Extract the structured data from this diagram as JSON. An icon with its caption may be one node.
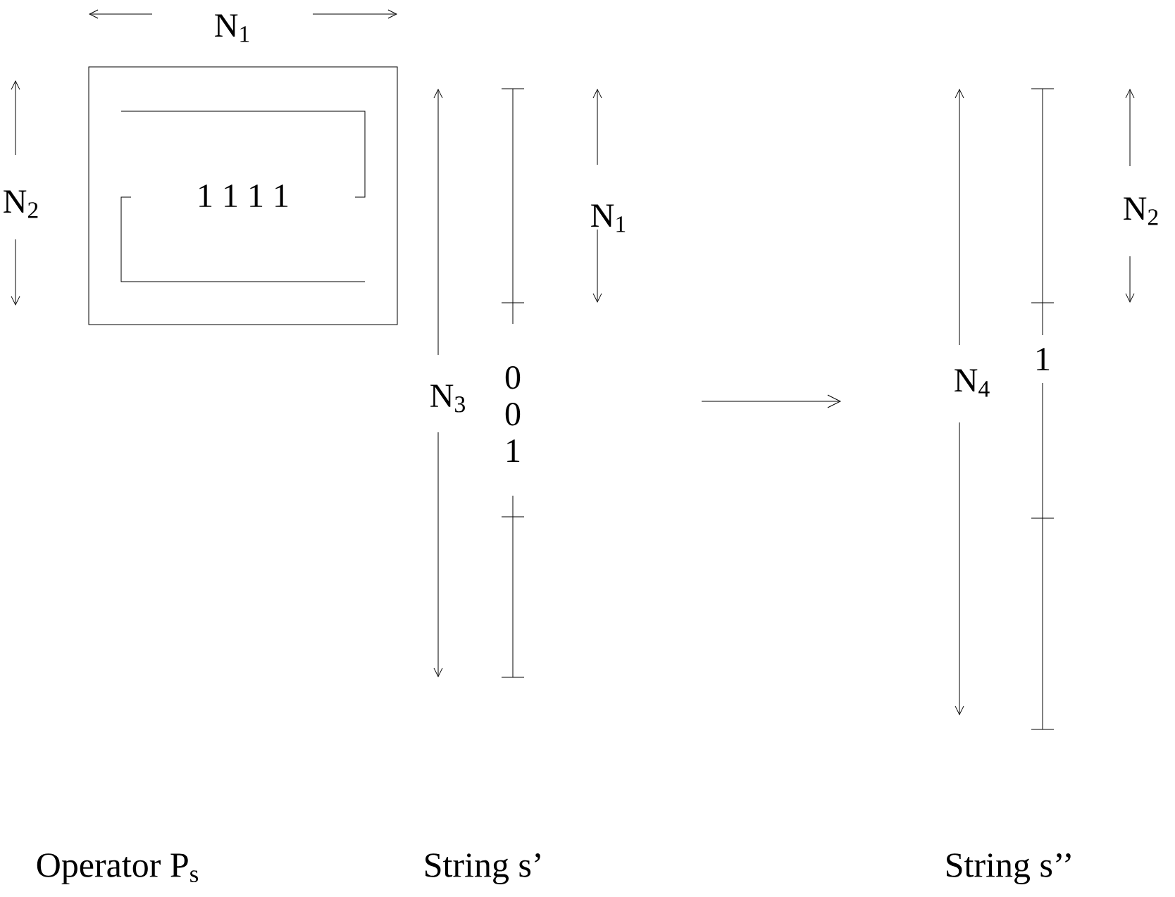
{
  "diagram": {
    "nodes": [
      {
        "text": [
          "1 1 1 1"
        ]
      },
      {
        "text": [
          "0",
          "0",
          "1"
        ]
      },
      {
        "text": [
          "1"
        ]
      }
    ],
    "labels": [
      "N$_{1}$",
      "N$_{2}$",
      "N$_{3}$",
      "N$_{1}$",
      "N$_{4}$",
      "N$_{2}$",
      "Operator P$_{s}$",
      "String s’",
      "String s’’"
    ]
  }
}
